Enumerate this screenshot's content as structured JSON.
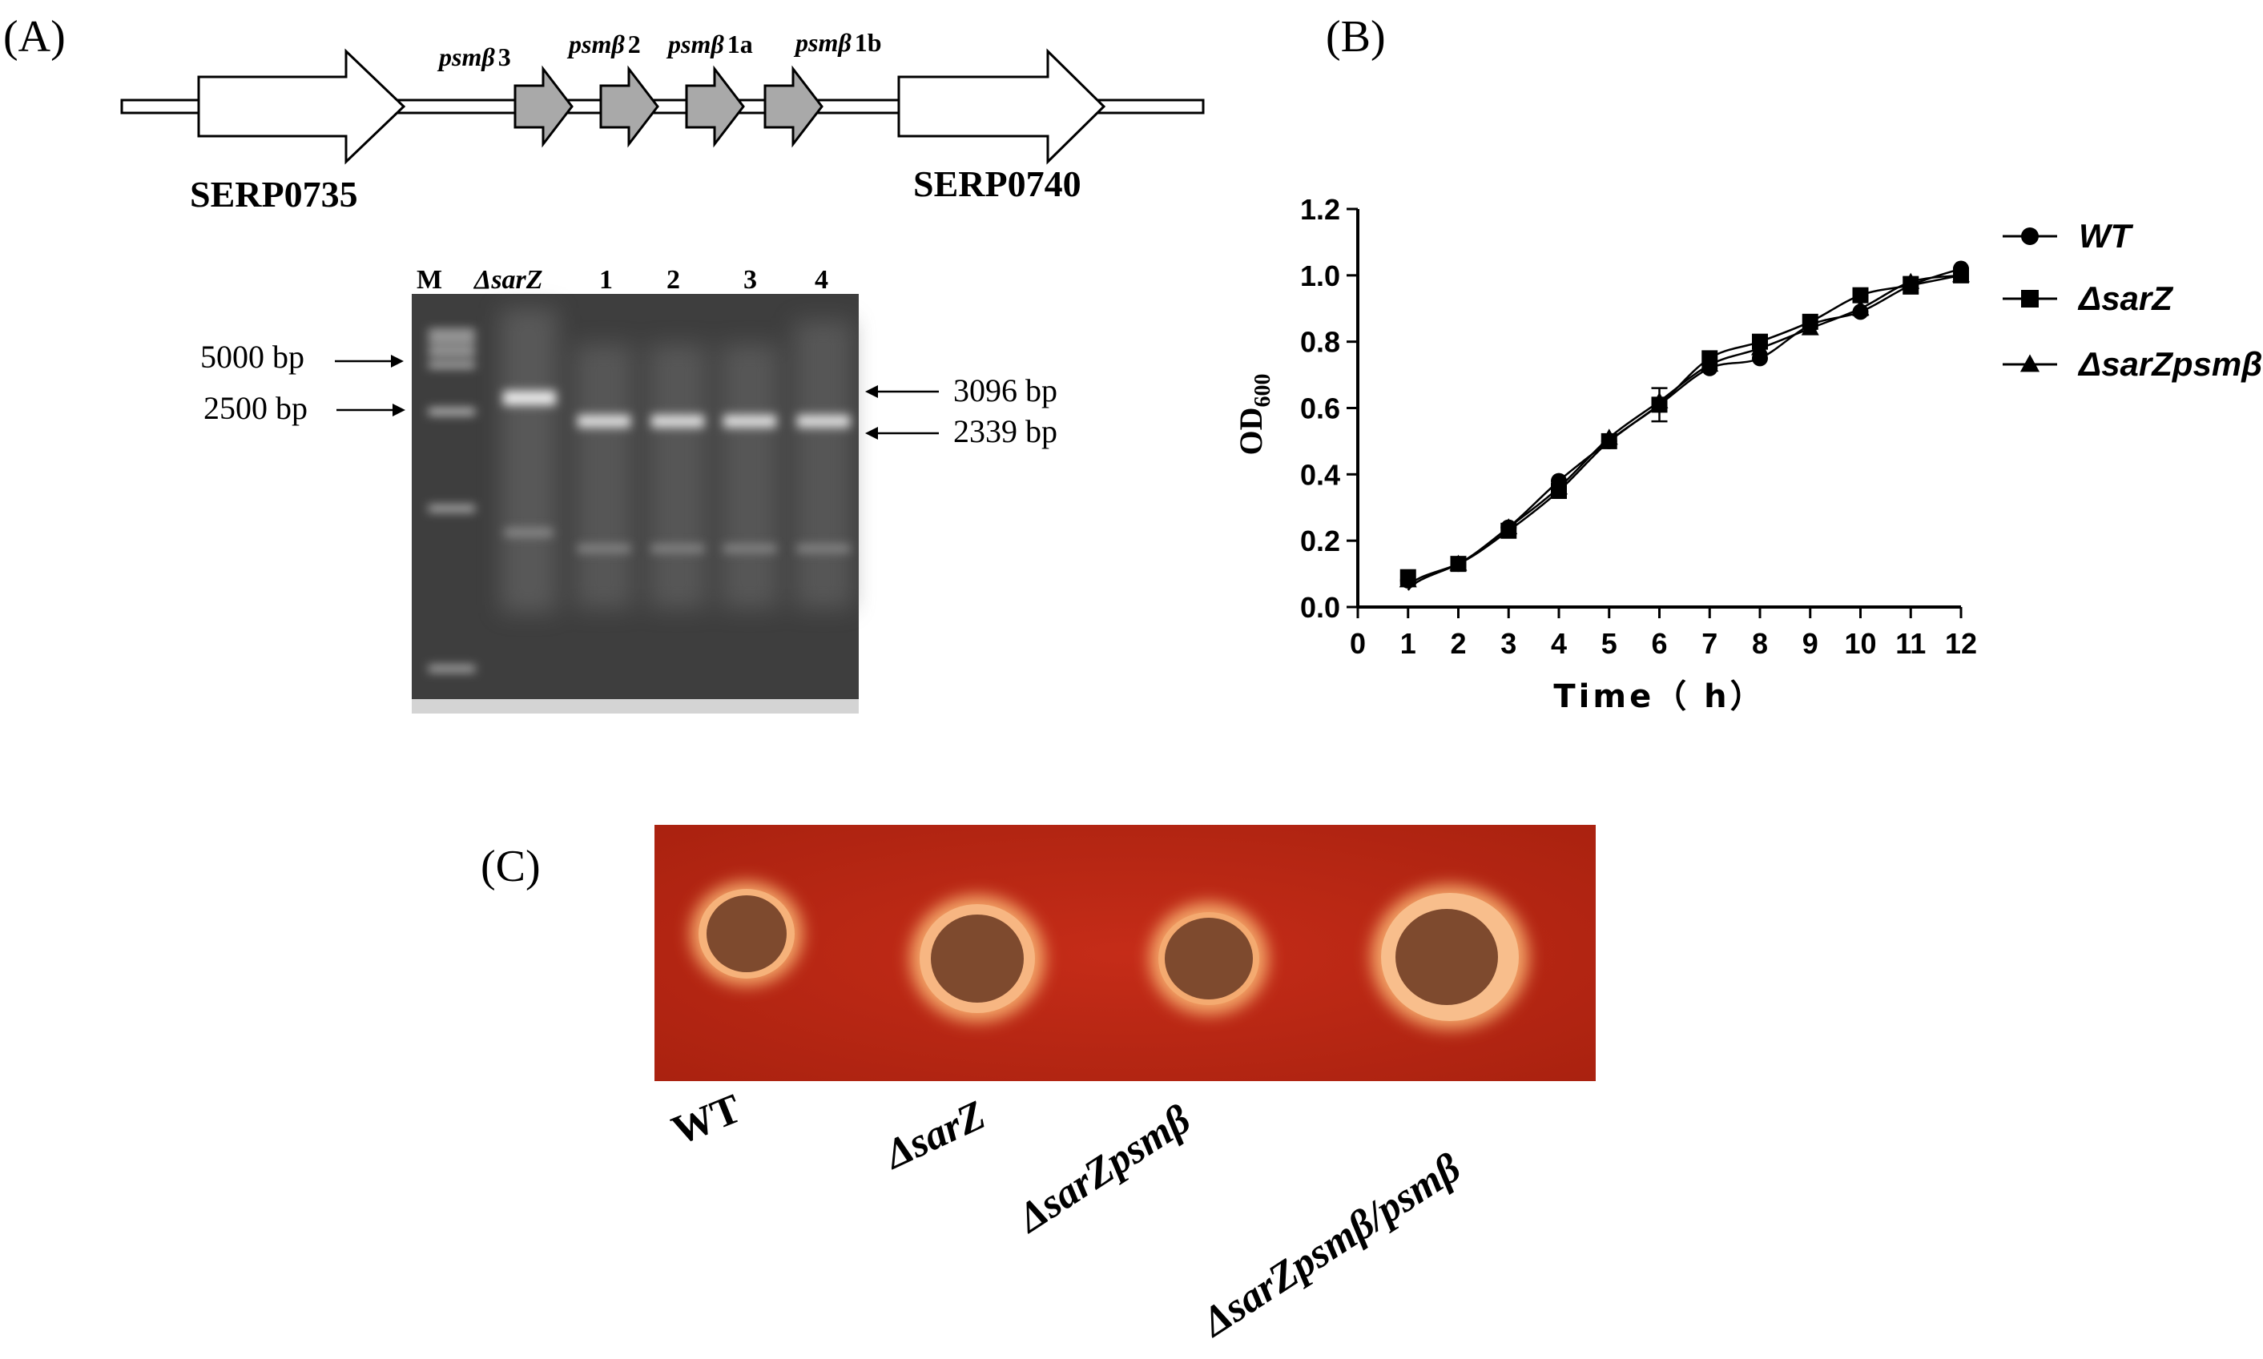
{
  "panels": {
    "a": {
      "label": "(A)",
      "genes": {
        "left_label": "SERP0735",
        "right_label": "SERP0740",
        "small": [
          {
            "prefix": "psmβ",
            "suffix": "3"
          },
          {
            "prefix": "psmβ",
            "suffix": "2"
          },
          {
            "prefix": "psmβ",
            "suffix": "1a"
          },
          {
            "prefix": "psmβ",
            "suffix": "1b"
          }
        ]
      },
      "gel": {
        "lanes": [
          "M",
          "ΔsarZ",
          "1",
          "2",
          "3",
          "4"
        ],
        "ladder_labels": [
          "5000 bp",
          "2500 bp"
        ],
        "band_labels": [
          "3096 bp",
          "2339 bp"
        ]
      }
    },
    "b": {
      "label": "(B)"
    },
    "c": {
      "label": "(C)",
      "strains": [
        "WT",
        "ΔsarZ",
        "ΔsarZpsmβ",
        "ΔsarZpsmβ/psmβ"
      ]
    }
  },
  "colors": {
    "gene_fill_small": "#a9a9a9",
    "gel_background": "#3e3e3e",
    "plate_red": "#bf2a17",
    "halo": "#f3a56c",
    "colony": "#7e4a2e"
  },
  "chart_data": {
    "type": "line",
    "xlabel": "Time（ h）",
    "ylabel_main": "OD",
    "ylabel_sub": "600",
    "xlim": [
      0,
      12
    ],
    "ylim": [
      0.0,
      1.2
    ],
    "xticks": [
      0,
      1,
      2,
      3,
      4,
      5,
      6,
      7,
      8,
      9,
      10,
      11,
      12
    ],
    "yticks": [
      "0.0",
      "0.2",
      "0.4",
      "0.6",
      "0.8",
      "1.0",
      "1.2"
    ],
    "legend_position": "right",
    "x": [
      1,
      2,
      3,
      4,
      5,
      6,
      7,
      8,
      9,
      10,
      11,
      12
    ],
    "series": [
      {
        "name": "WT",
        "marker": "circle",
        "values": [
          0.08,
          0.13,
          0.24,
          0.38,
          0.5,
          0.61,
          0.72,
          0.75,
          0.85,
          0.89,
          0.97,
          1.02
        ]
      },
      {
        "name": "ΔsarZ",
        "marker": "square",
        "values": [
          0.09,
          0.13,
          0.23,
          0.35,
          0.5,
          0.61,
          0.75,
          0.8,
          0.86,
          0.94,
          0.97,
          1.0
        ]
      },
      {
        "name": "ΔsarZpsmβ",
        "marker": "triangle",
        "values": [
          0.08,
          0.13,
          0.24,
          0.36,
          0.51,
          0.62,
          0.73,
          0.78,
          0.84,
          0.9,
          0.98,
          1.0
        ]
      }
    ],
    "error_bars": [
      {
        "series": "ΔsarZ",
        "x": 6,
        "err": 0.05
      },
      {
        "series": "ΔsarZpsmβ",
        "x": 10,
        "err": 0.02
      },
      {
        "series": "ΔsarZ",
        "x": 11,
        "err": 0.025
      }
    ]
  }
}
